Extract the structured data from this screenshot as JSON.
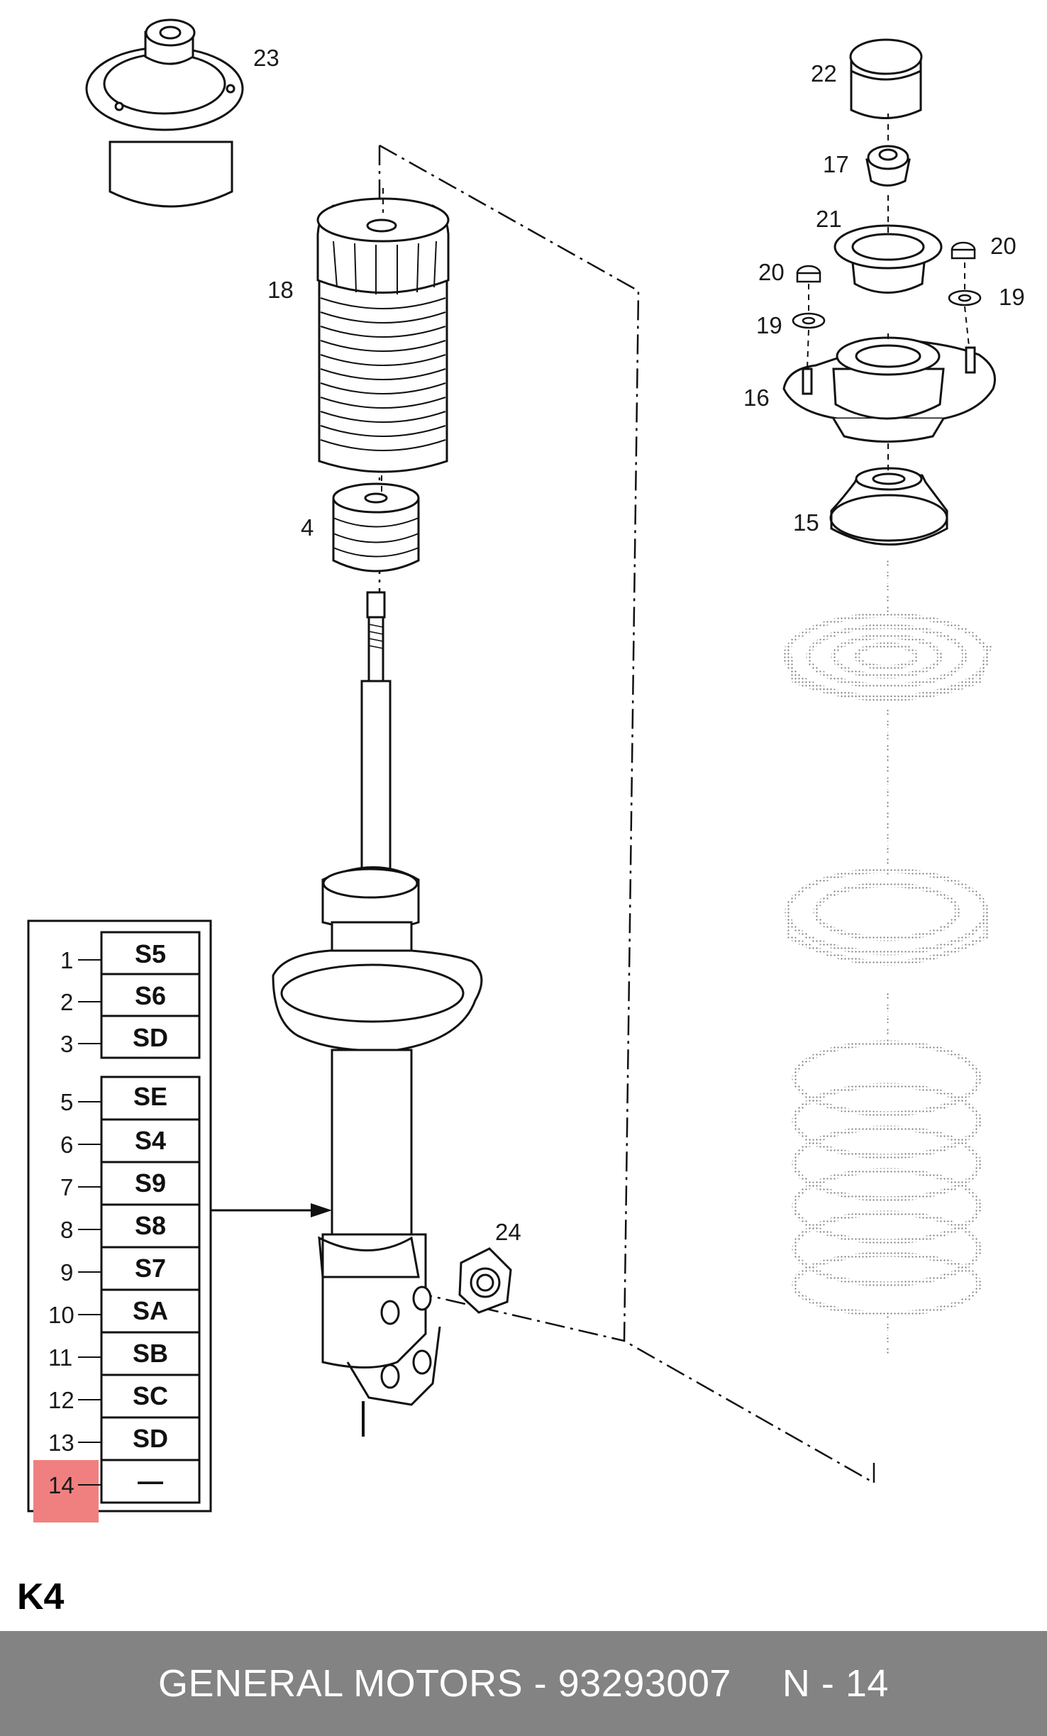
{
  "diagram": {
    "section_label": "K4",
    "callouts": {
      "c4": "4",
      "c15": "15",
      "c16": "16",
      "c17": "17",
      "c18": "18",
      "c19a": "19",
      "c19b": "19",
      "c20a": "20",
      "c20b": "20",
      "c21": "21",
      "c22": "22",
      "c23": "23",
      "c24": "24"
    },
    "variant_table": {
      "rows": [
        {
          "index": "1",
          "code": "S5"
        },
        {
          "index": "2",
          "code": "S6"
        },
        {
          "index": "3",
          "code": "SD"
        },
        {
          "index": "5",
          "code": "SE"
        },
        {
          "index": "6",
          "code": "S4"
        },
        {
          "index": "7",
          "code": "S9"
        },
        {
          "index": "8",
          "code": "S8"
        },
        {
          "index": "9",
          "code": "S7"
        },
        {
          "index": "10",
          "code": "SA"
        },
        {
          "index": "11",
          "code": "SB"
        },
        {
          "index": "12",
          "code": "SC"
        },
        {
          "index": "13",
          "code": "SD"
        },
        {
          "index": "14",
          "code": "—"
        }
      ],
      "highlighted_index": "14",
      "highlight_color": "#f08080"
    }
  },
  "footer": {
    "brand_part": "GENERAL MOTORS - 93293007",
    "page_ref": "N - 14"
  },
  "colors": {
    "footer_bg": "#838383",
    "line": "#111111"
  }
}
